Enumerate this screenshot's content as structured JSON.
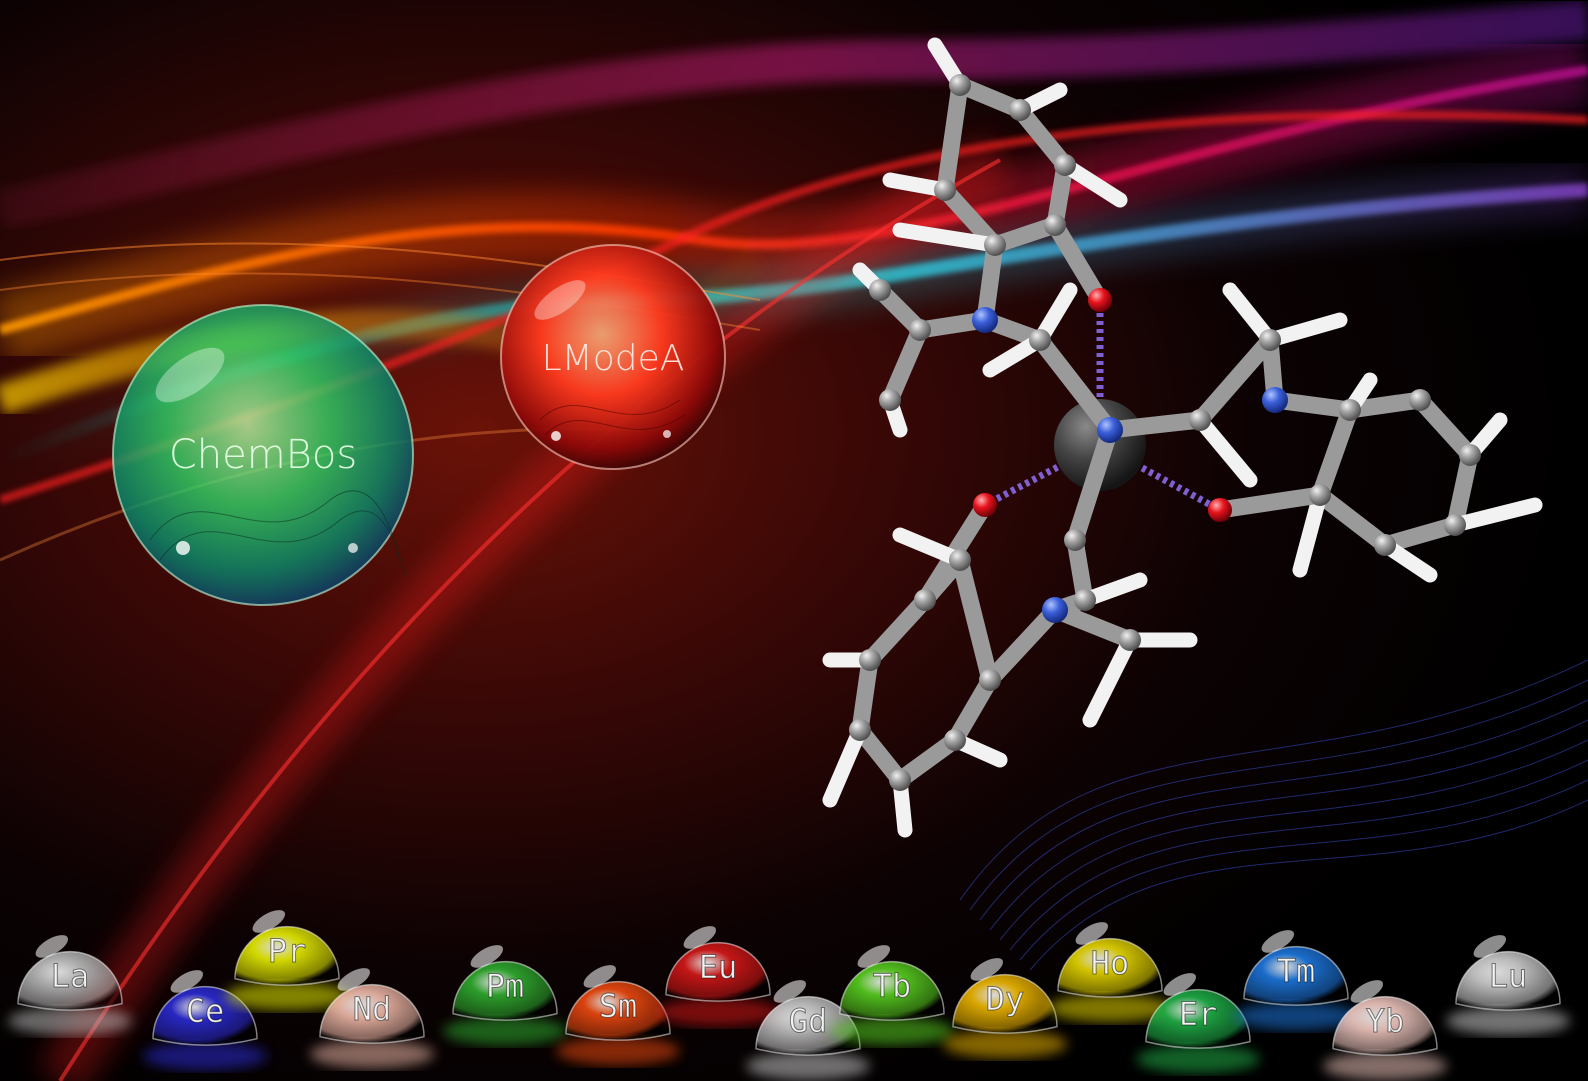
{
  "bubbles": {
    "chembos": {
      "label": "ChemBos",
      "color": "#2fd86a"
    },
    "lmodea": {
      "label": "LModeA",
      "color": "#ff3a1e"
    }
  },
  "atom_colors": {
    "carbon": "#9a9a9a",
    "hydrogen": "#f2f2f2",
    "nitrogen": "#3a5fd9",
    "oxygen": "#e8141e",
    "metal": "#4a4a4a",
    "interaction": "#7f5fd1"
  },
  "elements": [
    {
      "symbol": "La",
      "color": "#bdbdbd"
    },
    {
      "symbol": "Ce",
      "color": "#2b2bd6"
    },
    {
      "symbol": "Pr",
      "color": "#e8f000"
    },
    {
      "symbol": "Nd",
      "color": "#f0b9a8"
    },
    {
      "symbol": "Pm",
      "color": "#2fae2f"
    },
    {
      "symbol": "Sm",
      "color": "#f04a10"
    },
    {
      "symbol": "Eu",
      "color": "#d81818"
    },
    {
      "symbol": "Gd",
      "color": "#c9c9c9"
    },
    {
      "symbol": "Tb",
      "color": "#58d020"
    },
    {
      "symbol": "Dy",
      "color": "#f0b800"
    },
    {
      "symbol": "Ho",
      "color": "#e8d800"
    },
    {
      "symbol": "Er",
      "color": "#20b048"
    },
    {
      "symbol": "Tm",
      "color": "#1e78e0"
    },
    {
      "symbol": "Yb",
      "color": "#f2c8c0"
    },
    {
      "symbol": "Lu",
      "color": "#d0d0d0"
    }
  ]
}
